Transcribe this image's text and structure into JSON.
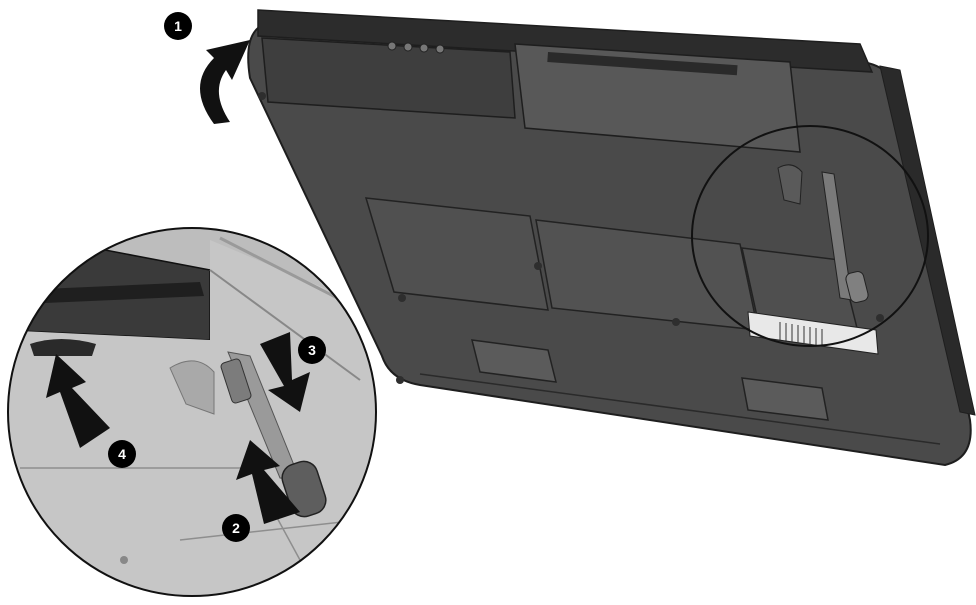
{
  "callouts": [
    {
      "label": "1"
    },
    {
      "label": "2"
    },
    {
      "label": "3"
    },
    {
      "label": "4"
    }
  ],
  "colors": {
    "chassis": "#4a4a4a",
    "chassis_dark": "#2c2c2c",
    "chassis_light": "#6d6d6d",
    "zoom_panel": "#bdbdbd",
    "zoom_dark": "#3a3a3a",
    "callout_fill": "#000000",
    "label_sticker": "#e8e8e8"
  },
  "icons": [
    "rotate-arrow-icon",
    "slide-arrow-icon",
    "magnify-circle-icon",
    "battery-release-latch-icon"
  ]
}
